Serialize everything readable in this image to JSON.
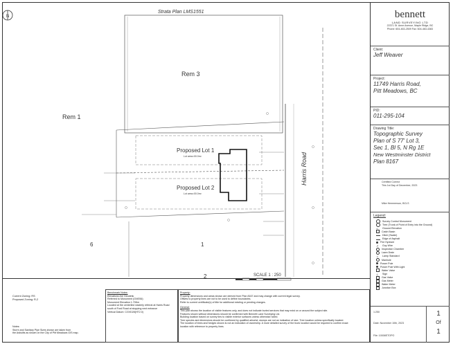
{
  "drawing": {
    "strata_plan": "Strata Plan LMS1551",
    "rem3": "Rem 3",
    "rem1": "Rem 1",
    "lot6": "6",
    "lot1": "1",
    "lot2": "2",
    "proposed_lot1": "Proposed Lot 1",
    "proposed_lot1_area": "Lot area=00.0m²",
    "proposed_lot2": "Proposed Lot 2",
    "proposed_lot2_area": "Lot area=00.0m²",
    "road": "Harris Road",
    "scale": "SCALE 1 : 250"
  },
  "title_block": {
    "company": "bennett",
    "company_sub": "LAND SURVEYING LTD",
    "company_addr": "22371 St. Anne Avenue, Maple Ridge, BC",
    "company_phone": "Phone: 604-463-2509  Fax: 604-463-4383",
    "client_label": "Client:",
    "client": "Jeff Weaver",
    "project_label": "Project:",
    "project_line1": "11749 Harris Road,",
    "project_line2": "Pitt Meadows, BC",
    "pid_label": "PID:",
    "pid": "011-295-104",
    "drawing_title_label": "Drawing Title:",
    "title_lines": [
      "Topographic Survey",
      "Plan of S 77' Lot 3,",
      "Sec 1, Bl 5, N Rg 1E",
      "New Westminster District",
      "Plan 8167"
    ],
    "certified": "Certified Correct",
    "certified_date": "This 1st Day of December, 2023",
    "surveyor": "Mike Hemmerson, BCLS",
    "legend_label": "Legend:",
    "legend": [
      "Survey Control Monument",
      "Tree (Trunk of Point of Entry into the Ground)",
      "Ground Elevation",
      "Catch Basin",
      "Ditch (Swale)",
      "Edge of Asphalt",
      "Fire Hydrant",
      "Guy Wire",
      "Inspection Chamber",
      "Lawn Drain",
      "Lamp Standard",
      "Manhole",
      "Power Pole",
      "Power Pole With Light",
      "Water Valve",
      "Sign",
      "Gas Valve",
      "Gas Meter",
      "Water Meter",
      "Junction Box"
    ],
    "scale_label": "1:250",
    "date_label": "Date: November 10th, 2023",
    "sheet_num": "1",
    "sheet_of": "Of",
    "sheet_total": "1",
    "file_label": "File: 10008STOPO"
  },
  "bottom": {
    "zoning_1": "Current Zoning: RS",
    "zoning_2": "Proposed Zoning: R-2",
    "bm_title": "Benchmark Notes:",
    "bm_lines": [
      "Elevations Are Geodetic",
      "Referred to Monument (GNSS6)",
      "Monument Elevation 1.70Km",
      "Located at the centerline easterly referral at Harris Road",
      "south of Ford Road at stopping next entrance",
      "Vertical Datum: CGVD28(HT2.0)"
    ],
    "notes_title": "Notes:",
    "notes_lines": [
      "Storm and Sanitary Pipe Sizes shown are taken from",
      "the Asbuilts as shown on the City of Pitt Meadows GIS map."
    ],
    "property_title": "Property:",
    "property_lines": [
      "Property dimensions and areas shown are derived from Plan 8167 and may change with current legal survey.",
      "Offsets to property lines are not to be used to define boundaries.",
      "Refer to current certificate(s) of title for additional existing or pending charges."
    ],
    "general_title": "General:",
    "general_lines": [
      "This plan shows the location of visible features only, and does not indicate buried services that may exist on or around the subject site.",
      "Features shown without dimensions should be confirmed with Bennett Land Surveying Ltd.",
      "Building location based on survey ties to visible exterior surfaces unless otherwise noted.",
      "Tree species and dimensions should be confirmed by qualified arborist; stumps are not an indication of size. Tree location unless specifically located.",
      "The location of trees and hedges shown is not an indication of ownership. A more detailed survey of the trunk location would be required to confirm exact",
      "location with reference to property lines."
    ]
  }
}
